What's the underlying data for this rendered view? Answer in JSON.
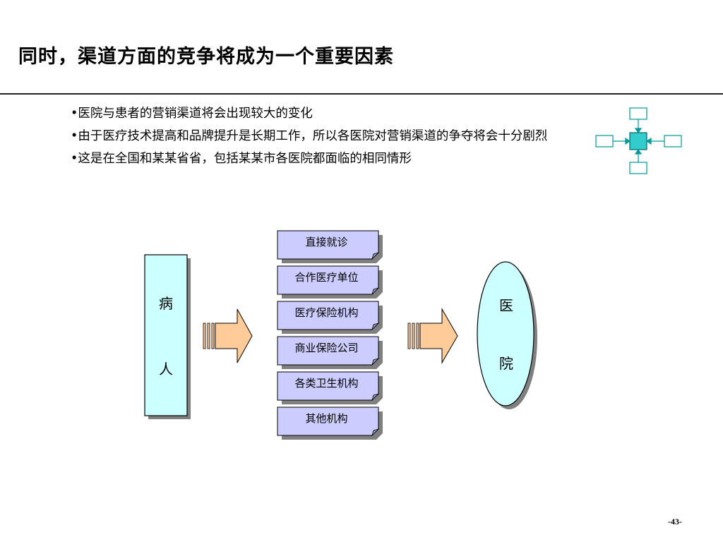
{
  "title": "同时，渠道方面的竞争将成为一个重要因素",
  "bullets": [
    "医院与患者的营销渠道将会出现较大的变化",
    "由于医疗技术提高和品牌提升是长期工作，所以各医院对营销渠道的争夺将会十分剧烈",
    "这是在全国和某某省省，包括某某市各医院都面临的相同情形"
  ],
  "bullet_glyph": "•",
  "diagram": {
    "patient_label": [
      "病",
      "人"
    ],
    "hospital_label": [
      "医",
      "院"
    ],
    "channels": [
      "直接就诊",
      "合作医疗单位",
      "医疗保险机构",
      "商业保险公司",
      "各类卫生机构",
      "其他机构"
    ]
  },
  "colors": {
    "patient_fill": "#ccffff",
    "channel_fill": "#ccccff",
    "hospital_fill": "#ccffff",
    "arrow_fill": "#ffcc99",
    "icon_center": "#33cccc",
    "icon_accent": "#009999",
    "shadow": "#808080"
  },
  "page_number": "-43-"
}
